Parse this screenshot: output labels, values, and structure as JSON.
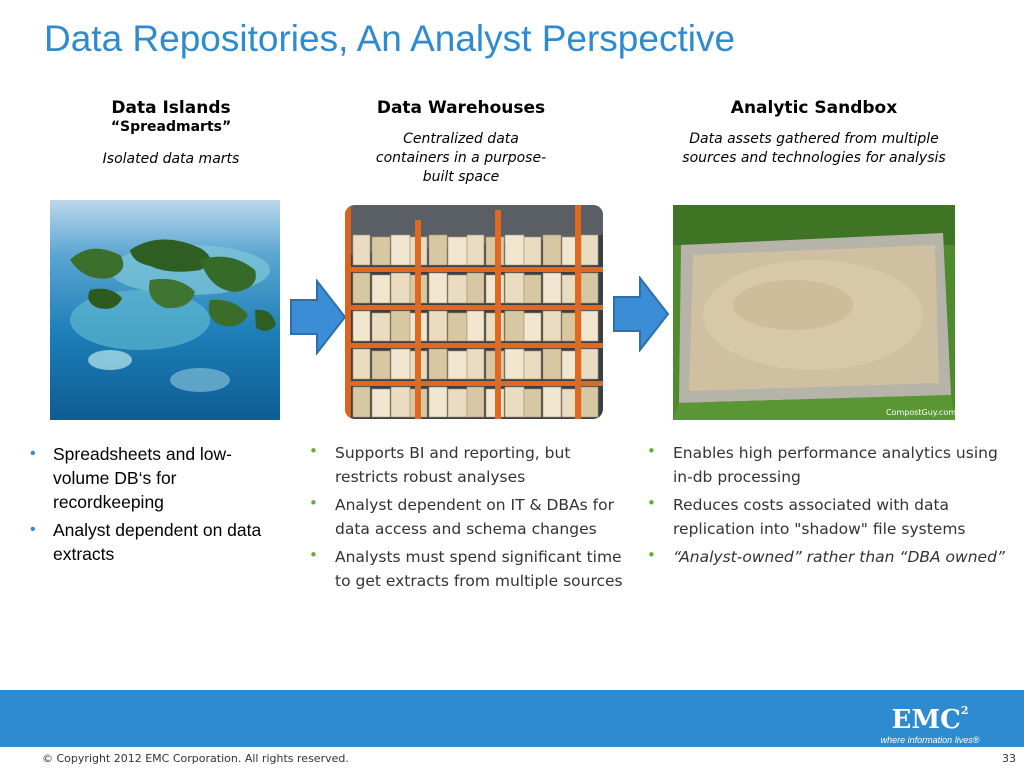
{
  "slide": {
    "title": "Data Repositories, An Analyst Perspective"
  },
  "columns": [
    {
      "heading": "Data Islands",
      "subheading": "“Spreadmarts”",
      "description": "Isolated data marts",
      "bullets": [
        "Spreadsheets and low-volume DB‘s for recordkeeping",
        "Analyst dependent on data extracts"
      ]
    },
    {
      "heading": "Data Warehouses",
      "description": "Centralized data containers in a purpose-built space",
      "bullets": [
        "Supports BI and reporting, but restricts robust analyses",
        "Analyst dependent on IT & DBAs for data access and schema changes",
        "Analysts must spend significant time to get extracts from multiple sources"
      ]
    },
    {
      "heading": "Analytic Sandbox",
      "description": "Data assets gathered from multiple sources and technologies for analysis",
      "bullets": [
        "Enables high performance analytics using in-db processing",
        "Reduces costs associated with data replication into \"shadow\" file systems",
        "“Analyst-owned” rather than “DBA owned”"
      ]
    }
  ],
  "images": {
    "sandbox_watermark": "CompostGuy.com"
  },
  "footer": {
    "logo_text": "EMC",
    "logo_sup": "2",
    "logo_tagline": "where information lives",
    "logo_reg": "®",
    "copyright": "© Copyright 2012 EMC Corporation. All rights reserved.",
    "page_number": "33"
  },
  "colors": {
    "title_blue": "#2e8bd0",
    "footer_blue": "#2e8bd0",
    "arrow_blue": "#3b8ed6",
    "bullet_green": "#5fae2f"
  },
  "icons": {
    "arrow": "right-arrow-icon",
    "bullet": "bullet-dot-icon"
  }
}
